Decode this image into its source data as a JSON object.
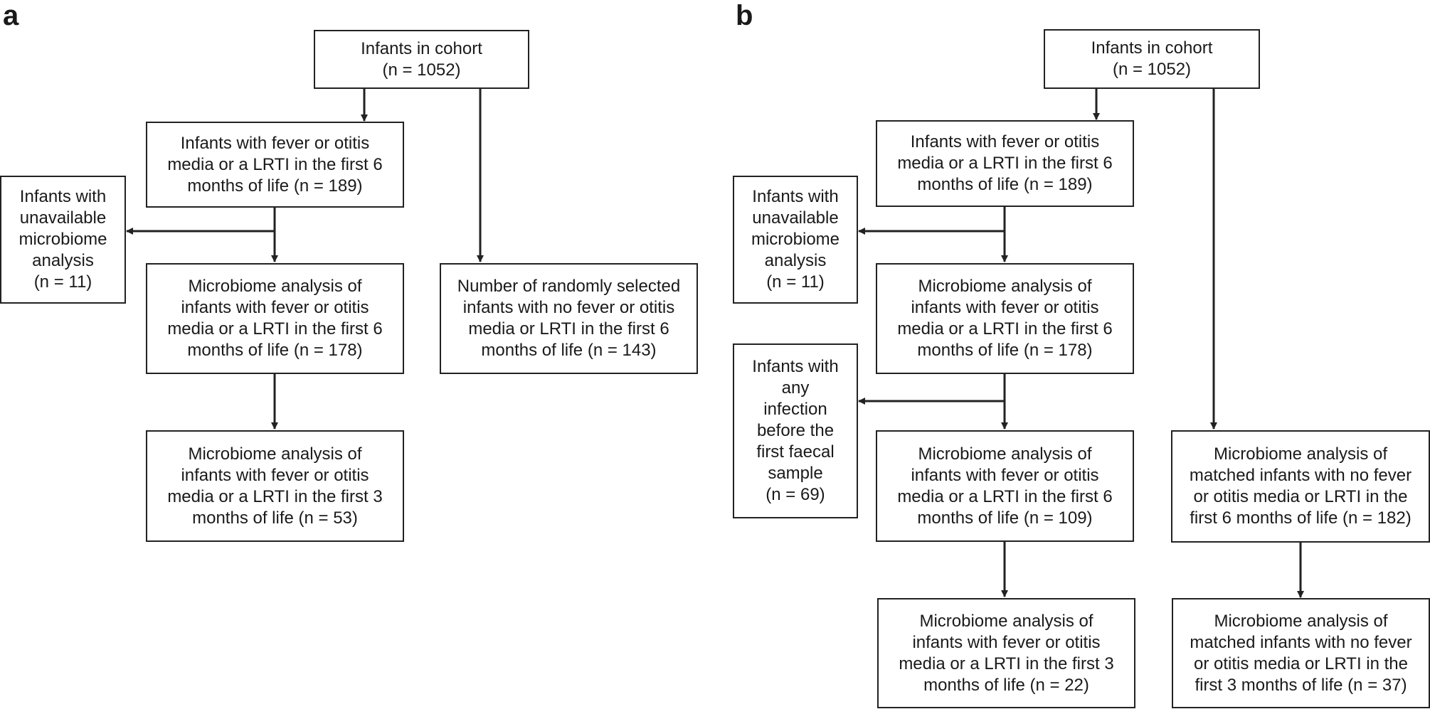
{
  "panels": {
    "a": {
      "label": "a",
      "cohort": [
        "Infants in cohort",
        "(n = 1052)"
      ],
      "fever_6m": [
        "Infants with fever or otitis",
        "media or a LRTI in the first 6",
        "months of life (n = 189)"
      ],
      "unavailable": [
        "Infants with",
        "unavailable",
        "microbiome",
        "analysis",
        "(n = 11)"
      ],
      "micro_6m": [
        "Microbiome analysis of",
        "infants with fever or otitis",
        "media or a LRTI in the first 6",
        "months of life (n = 178)"
      ],
      "random_controls": [
        "Number of randomly selected",
        "infants with no fever or otitis",
        "media or LRTI in the first 6",
        "months of life (n = 143)"
      ],
      "micro_3m": [
        "Microbiome analysis of",
        "infants with fever or otitis",
        "media or a LRTI in the first 3",
        "months of life (n = 53)"
      ]
    },
    "b": {
      "label": "b",
      "cohort": [
        "Infants in cohort",
        "(n = 1052)"
      ],
      "fever_6m": [
        "Infants with fever or otitis",
        "media or a LRTI in the first 6",
        "months of life (n = 189)"
      ],
      "unavailable": [
        "Infants with",
        "unavailable",
        "microbiome",
        "analysis",
        "(n = 11)"
      ],
      "micro_6m_178": [
        "Microbiome analysis of",
        "infants with fever or otitis",
        "media or a LRTI in the first 6",
        "months of life (n = 178)"
      ],
      "any_infection": [
        "Infants with",
        "any",
        "infection",
        "before the",
        "first faecal",
        "sample",
        "(n = 69)"
      ],
      "micro_6m_109": [
        "Microbiome analysis of",
        "infants with fever or otitis",
        "media or a LRTI in the first 6",
        "months of life (n = 109)"
      ],
      "micro_3m_22": [
        "Microbiome analysis of",
        "infants with fever or otitis",
        "media or a LRTI in the first 3",
        "months of life (n = 22)"
      ],
      "matched_6m": [
        "Microbiome analysis of",
        "matched infants with no fever",
        "or otitis media or LRTI in the",
        "first 6 months of life (n = 182)"
      ],
      "matched_3m": [
        "Microbiome analysis of",
        "matched infants with no fever",
        "or otitis media or LRTI in the",
        "first 3 months of life (n = 37)"
      ]
    }
  }
}
